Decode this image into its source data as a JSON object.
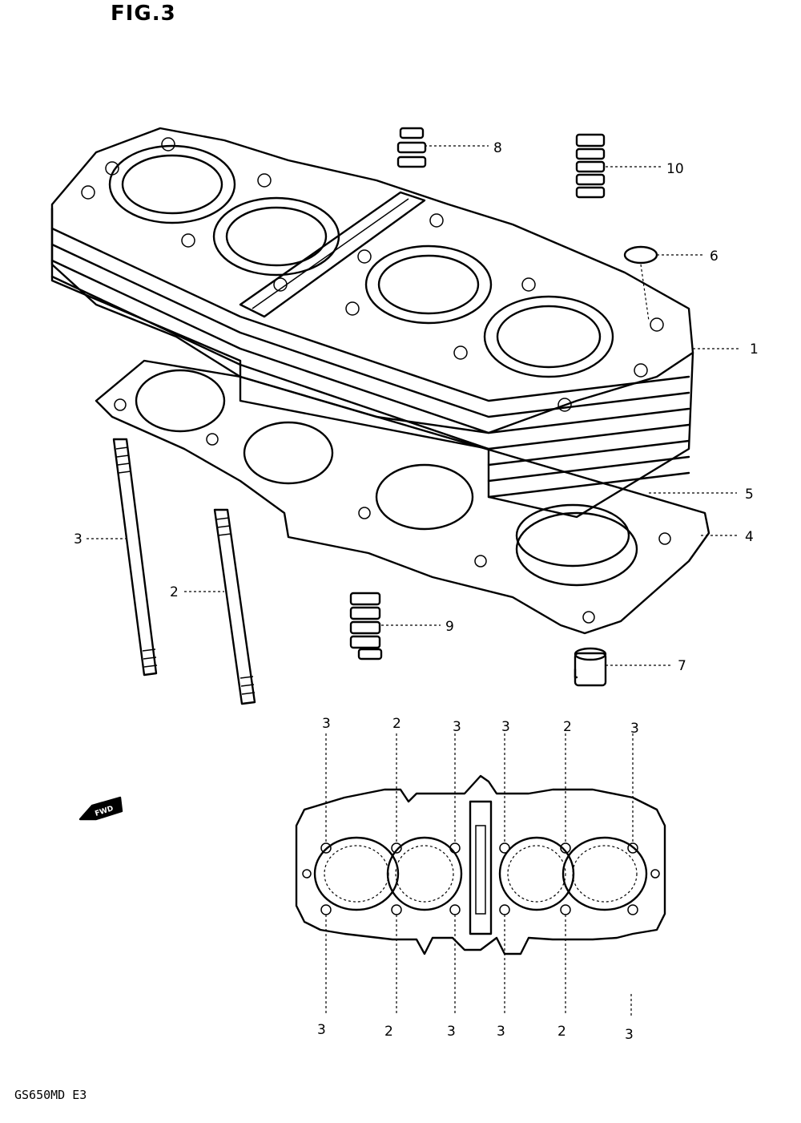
{
  "figure": {
    "title": "FIG.3",
    "model_code": "GS650MD  E3",
    "fwd_label": "FWD"
  },
  "callouts": [
    "1",
    "2",
    "3",
    "4",
    "5",
    "6",
    "7",
    "8",
    "9",
    "10"
  ],
  "top_view_labels": {
    "top": [
      "3",
      "2",
      "3",
      "3",
      "2",
      "3"
    ],
    "bottom": [
      "3",
      "2",
      "3",
      "3",
      "2",
      "3"
    ]
  }
}
